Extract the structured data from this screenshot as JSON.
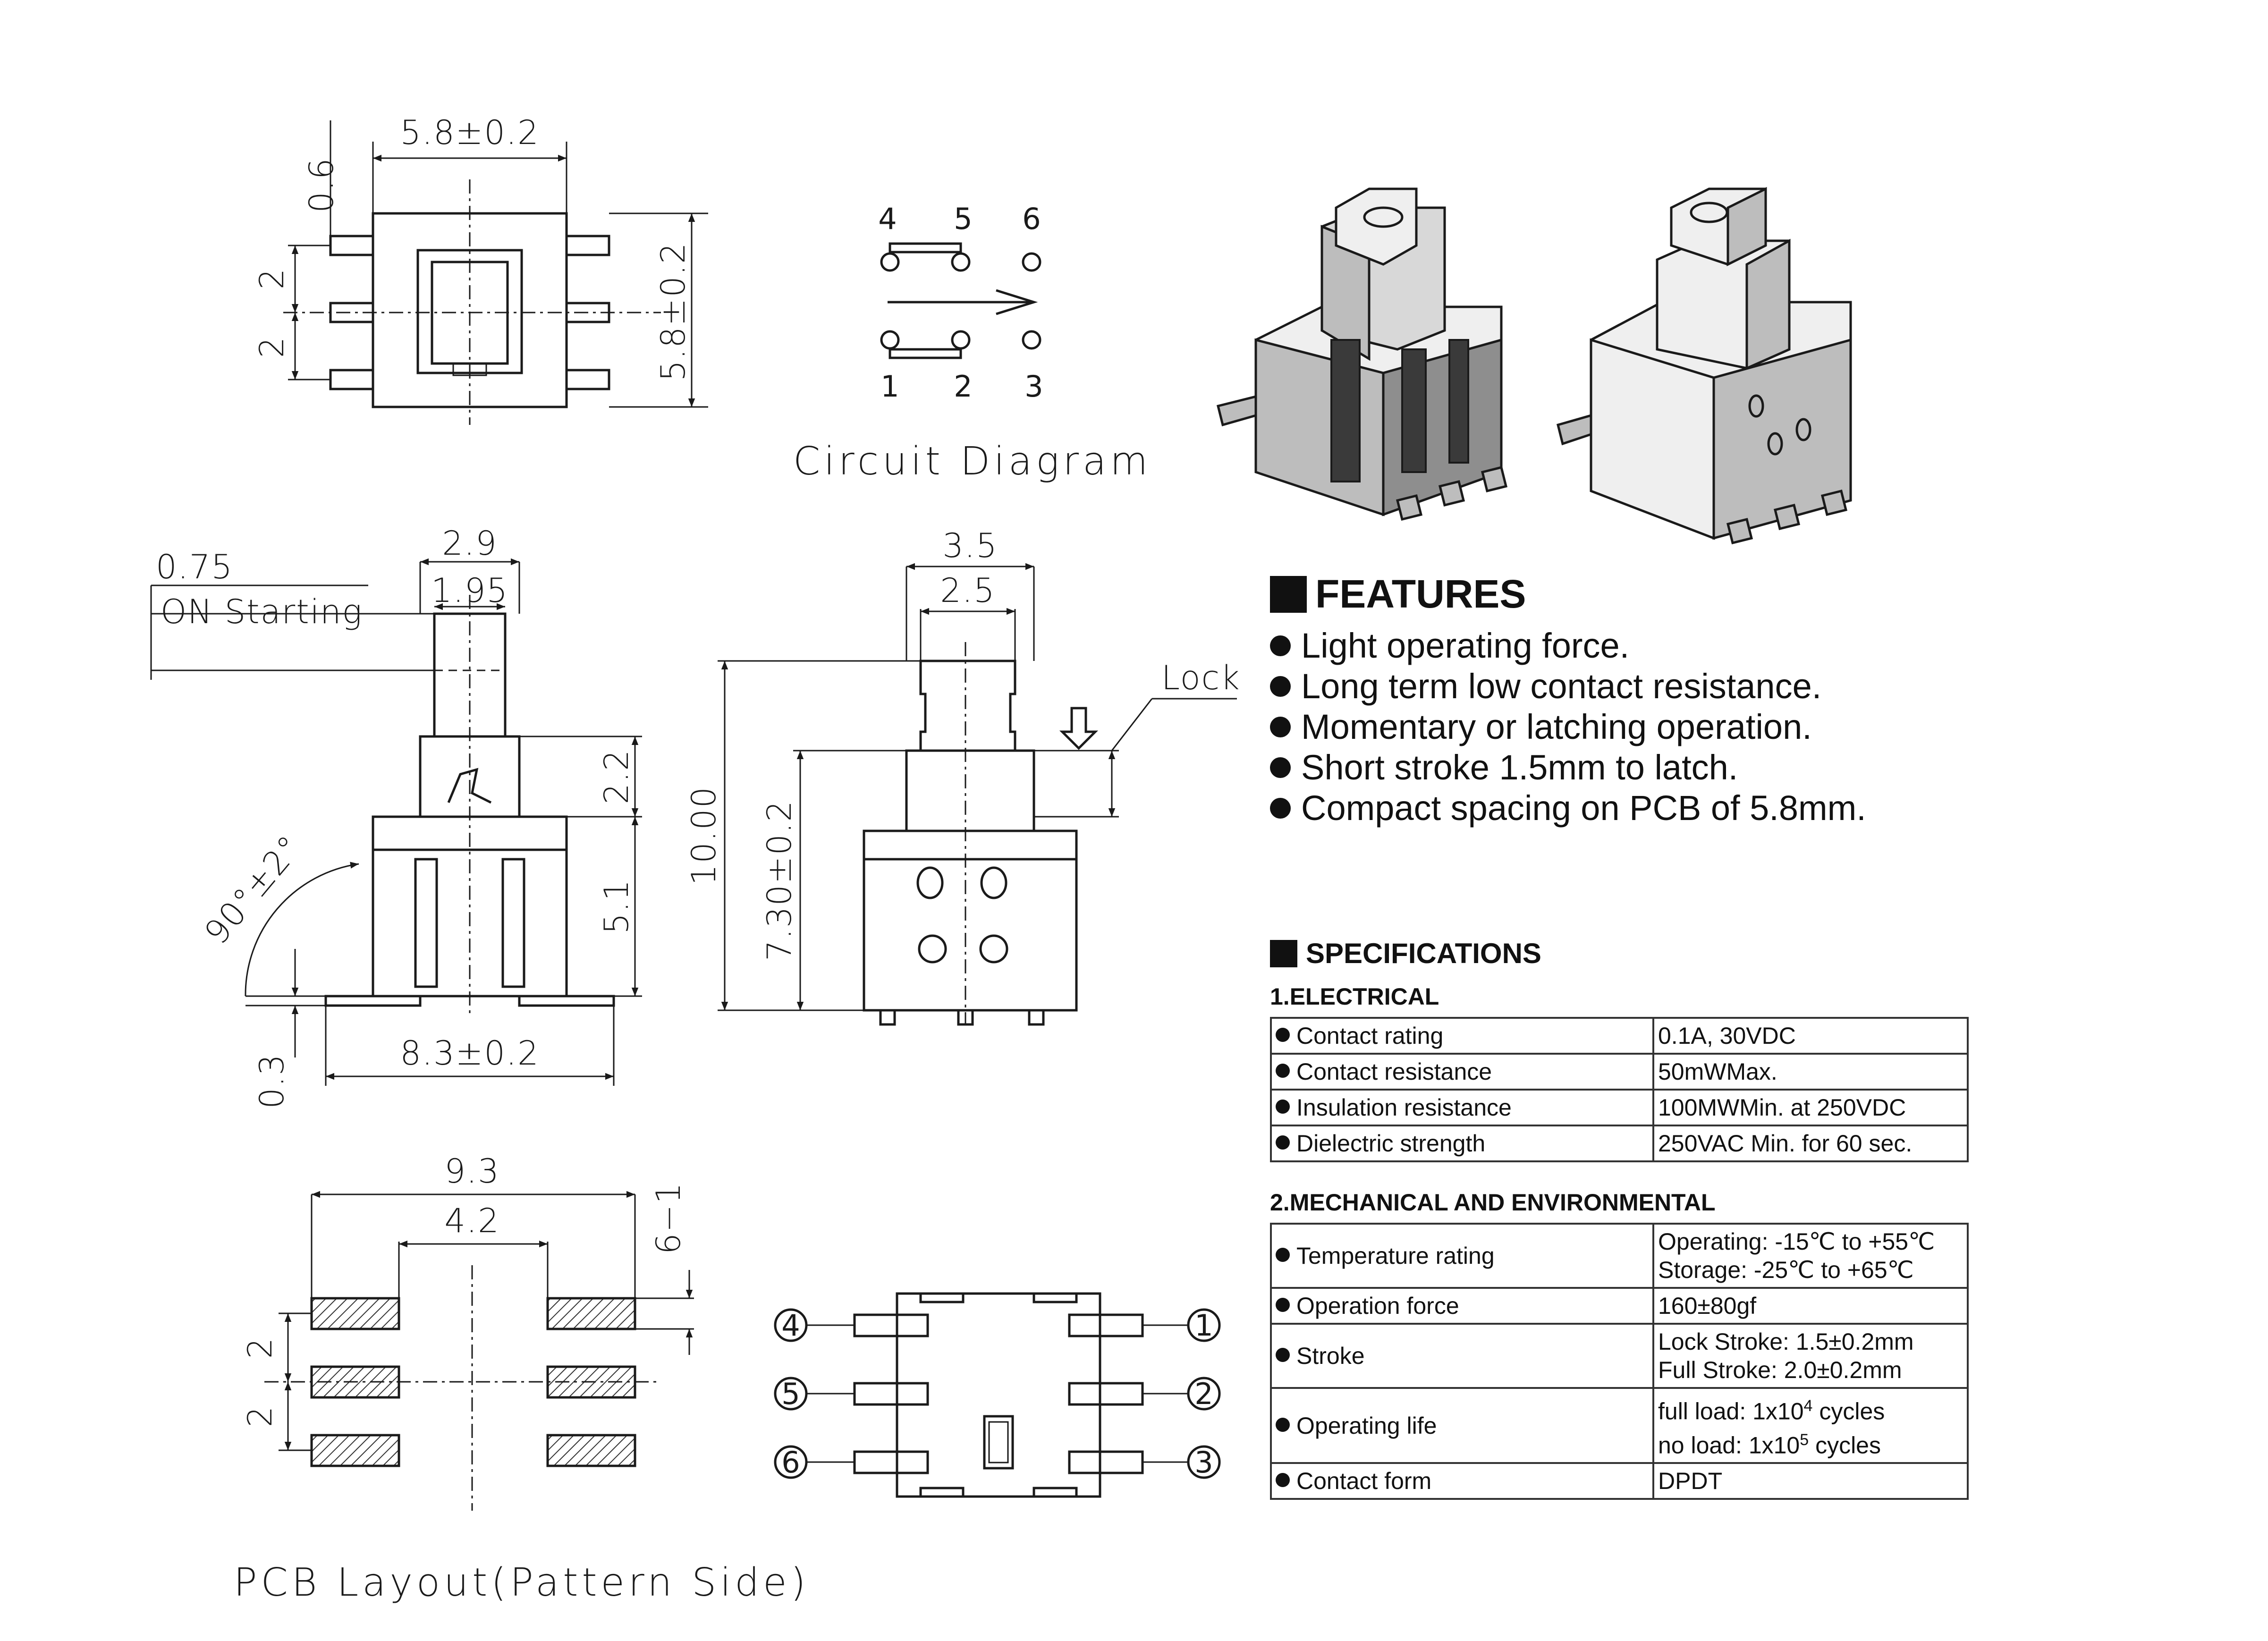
{
  "top_view": {
    "dims": [
      "0.6",
      "5.8±0.2",
      "5.8±0.2",
      "2",
      "2"
    ]
  },
  "circuit": {
    "title": "Circuit Diagram",
    "pins_top": [
      "4",
      "5",
      "6"
    ],
    "pins_bottom": [
      "1",
      "2",
      "3"
    ]
  },
  "side_view": {
    "dims": [
      "0.75",
      "ON Starting",
      "2.9",
      "1.95",
      "2.2",
      "90°±2°",
      "5.1",
      "0.3",
      "8.3±0.2"
    ]
  },
  "front_view": {
    "dims": [
      "3.5",
      "2.5",
      "Lock",
      "10.00",
      "7.30±0.2"
    ]
  },
  "pcb": {
    "title": "PCB Layout(Pattern Side)",
    "dims": [
      "9.3",
      "4.2",
      "6−1",
      "2",
      "2"
    ]
  },
  "bottom_view": {
    "pins_left": [
      "4",
      "5",
      "6"
    ],
    "pins_right": [
      "1",
      "2",
      "3"
    ]
  },
  "features": {
    "heading": "FEATURES",
    "items": [
      "Light operating force.",
      "Long term low contact resistance.",
      "Momentary or latching operation.",
      "Short stroke 1.5mm to latch.",
      "Compact spacing on PCB of 5.8mm."
    ]
  },
  "specifications": {
    "heading": "SPECIFICATIONS",
    "electrical": {
      "title": "1.ELECTRICAL",
      "rows": [
        {
          "key": "Contact rating",
          "value": "0.1A, 30VDC"
        },
        {
          "key": "Contact resistance",
          "value": "50mWMax."
        },
        {
          "key": "Insulation resistance",
          "value": "100MWMin. at 250VDC"
        },
        {
          "key": "Dielectric strength",
          "value": "250VAC Min. for 60 sec."
        }
      ]
    },
    "mechanical": {
      "title": "2.MECHANICAL AND ENVIRONMENTAL",
      "temperature": {
        "key": "Temperature rating",
        "line1": "Operating: -15℃ to +55℃",
        "line2": "Storage: -25℃ to +65℃"
      },
      "force": {
        "key": "Operation force",
        "value": "160±80gf"
      },
      "stroke": {
        "key": "Stroke",
        "line1": "Lock Stroke: 1.5±0.2mm",
        "line2": "Full Stroke: 2.0±0.2mm"
      },
      "life": {
        "key": "Operating life",
        "line1_pre": "full load: 1x10",
        "line1_exp": "4",
        "line1_post": " cycles",
        "line2_pre": "no load: 1x10",
        "line2_exp": "5",
        "line2_post": " cycles"
      },
      "form": {
        "key": "Contact form",
        "value": "DPDT"
      }
    }
  }
}
